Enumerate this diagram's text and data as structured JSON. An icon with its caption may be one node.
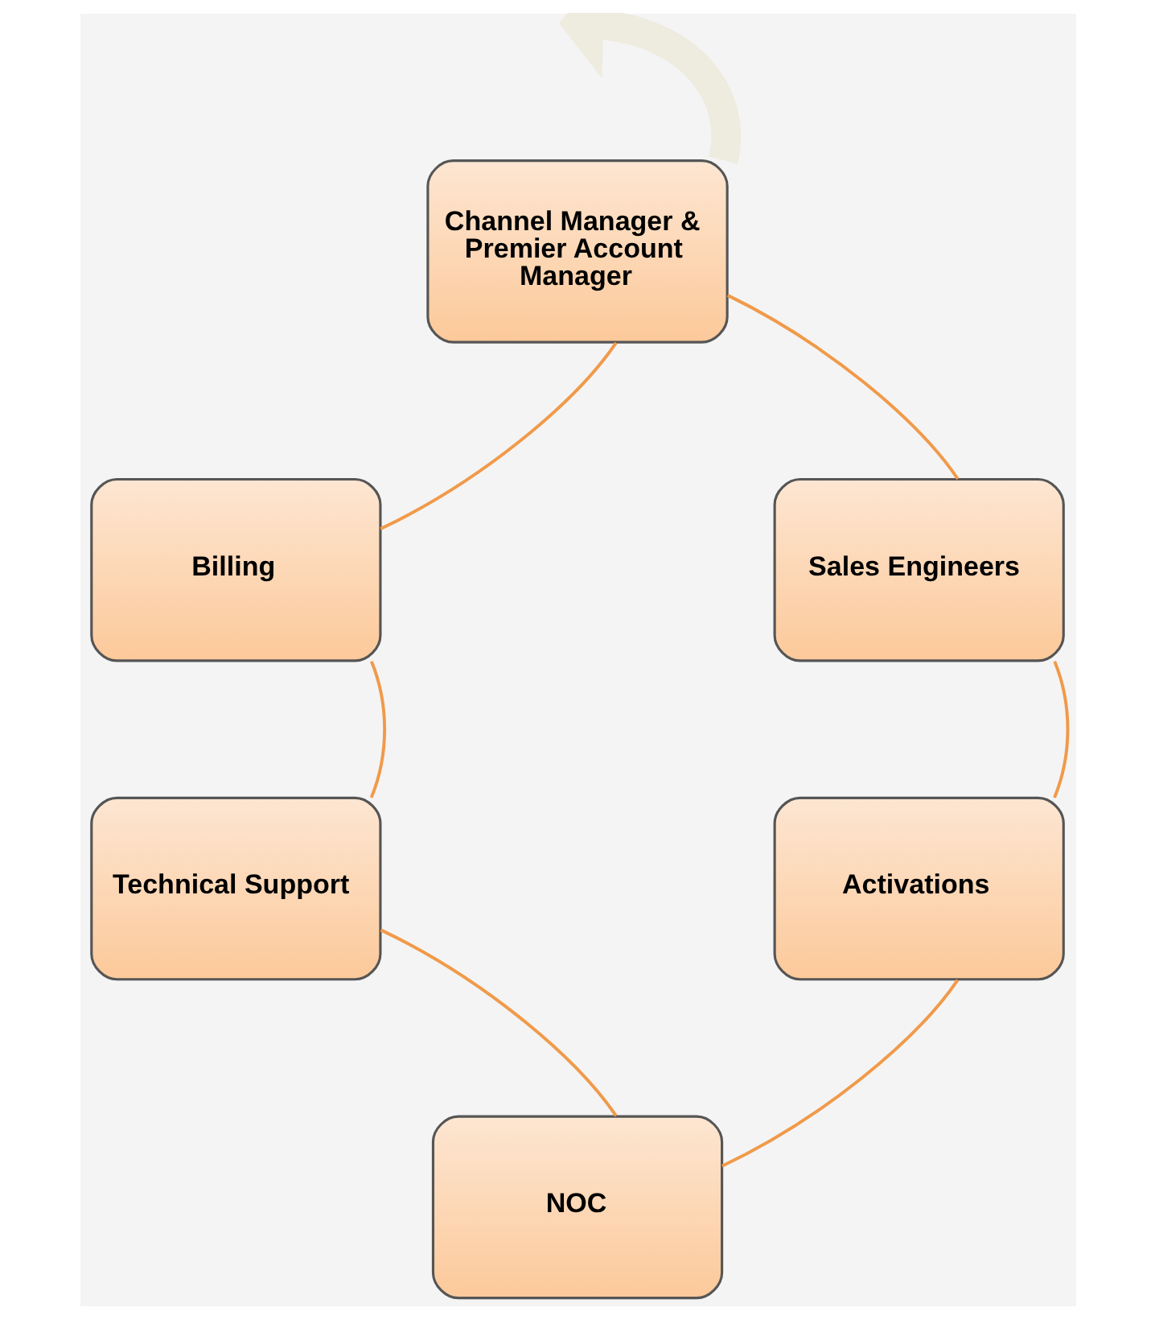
{
  "diagram": {
    "nodes": [
      {
        "text": [
          "Channel Manager & Premier Account Manager"
        ]
      },
      {
        "text": [
          "Sales Engineers"
        ]
      },
      {
        "text": [
          "Activations"
        ]
      },
      {
        "text": [
          "NOC"
        ]
      },
      {
        "text": [
          "Technical Support"
        ]
      },
      {
        "text": [
          "Billing"
        ]
      }
    ],
    "edges": [
      {
        "from": 0,
        "to": 1,
        "arrow": "none"
      },
      {
        "from": 1,
        "to": 2,
        "arrow": "none"
      },
      {
        "from": 2,
        "to": 3,
        "arrow": "none"
      },
      {
        "from": 3,
        "to": 4,
        "arrow": "none"
      },
      {
        "from": 4,
        "to": 5,
        "arrow": "none"
      },
      {
        "from": 5,
        "to": 0,
        "arrow": "none"
      },
      {
        "from": 0,
        "to": null,
        "arrow": "to",
        "style": "thick",
        "color": "#eeebdf"
      }
    ]
  }
}
